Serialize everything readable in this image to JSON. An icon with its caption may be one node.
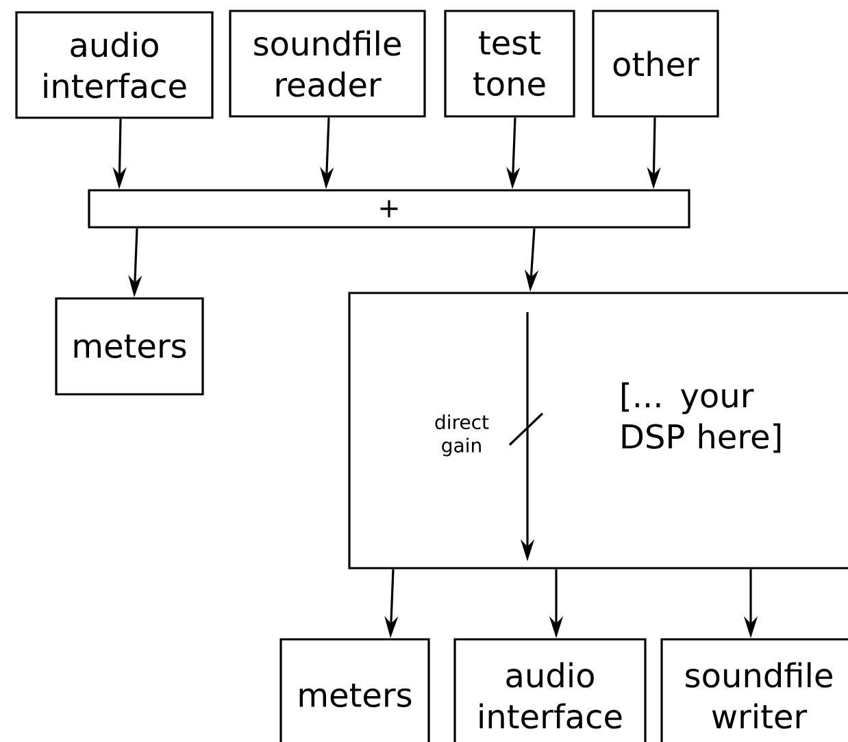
{
  "diagram": {
    "nodes": [
      {
        "text": [
          "audio interface"
        ]
      },
      {
        "text": [
          "soundfile reader"
        ]
      },
      {
        "text": [
          "test tone"
        ]
      },
      {
        "text": [
          "other"
        ]
      },
      {
        "text": [
          "+"
        ]
      },
      {
        "text": [
          "meters"
        ]
      },
      {
        "text": [
          "[... your DSP here]"
        ]
      },
      {
        "text": [
          "meters"
        ]
      },
      {
        "text": [
          "audio interface"
        ]
      },
      {
        "text": [
          "soundfile writer"
        ]
      }
    ],
    "edges": [
      {
        "from": 0,
        "to": 4,
        "arrow": "to"
      },
      {
        "from": 1,
        "to": 4,
        "arrow": "to"
      },
      {
        "from": 2,
        "to": 4,
        "arrow": "to"
      },
      {
        "from": 3,
        "to": 4,
        "arrow": "to"
      },
      {
        "from": 4,
        "to": 5,
        "arrow": "to"
      },
      {
        "from": 4,
        "to": 6,
        "arrow": "to"
      },
      {
        "from": 6,
        "to": 7,
        "arrow": "to"
      },
      {
        "from": 6,
        "to": 8,
        "arrow": "to"
      },
      {
        "from": 6,
        "to": 9,
        "arrow": "to"
      }
    ],
    "labels": [
      "direct gain"
    ]
  }
}
